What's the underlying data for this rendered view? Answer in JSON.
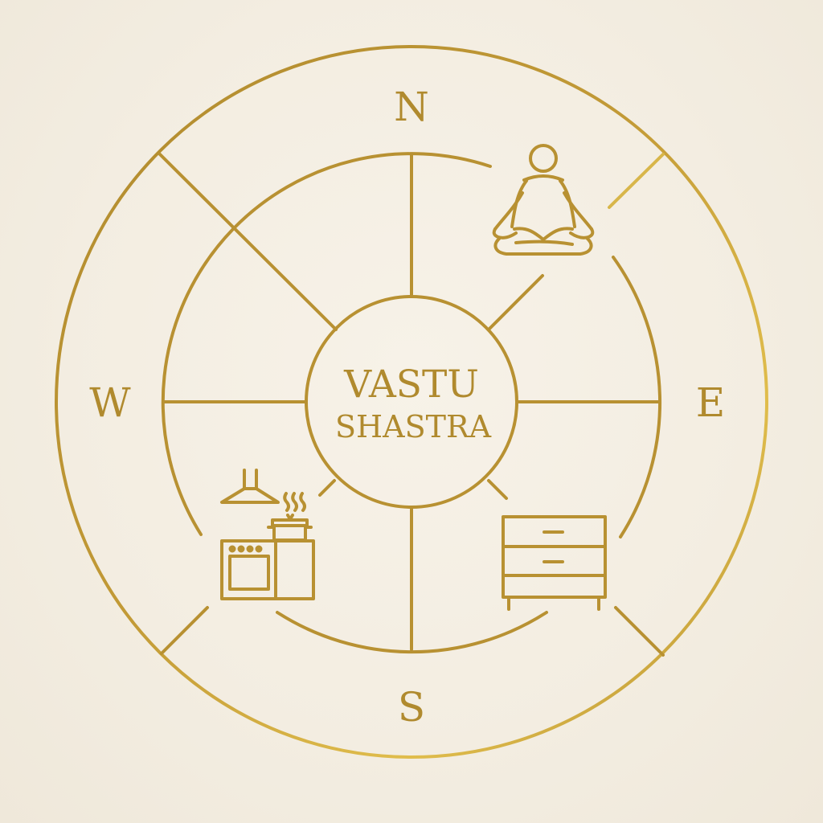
{
  "diagram": {
    "center_title_line1": "VASTU",
    "center_title_line2": "SHASTRA",
    "directions": {
      "north": "N",
      "east": "E",
      "south": "S",
      "west": "W"
    },
    "icons": {
      "northeast": "meditation-figure-icon",
      "southeast": "dresser-cabinet-icon",
      "southwest": "kitchen-stove-icon"
    },
    "colors": {
      "background": "#f4efe3",
      "gold": "#b89132",
      "gold_light": "#d8b64a",
      "gold_dark": "#a8822c"
    }
  }
}
